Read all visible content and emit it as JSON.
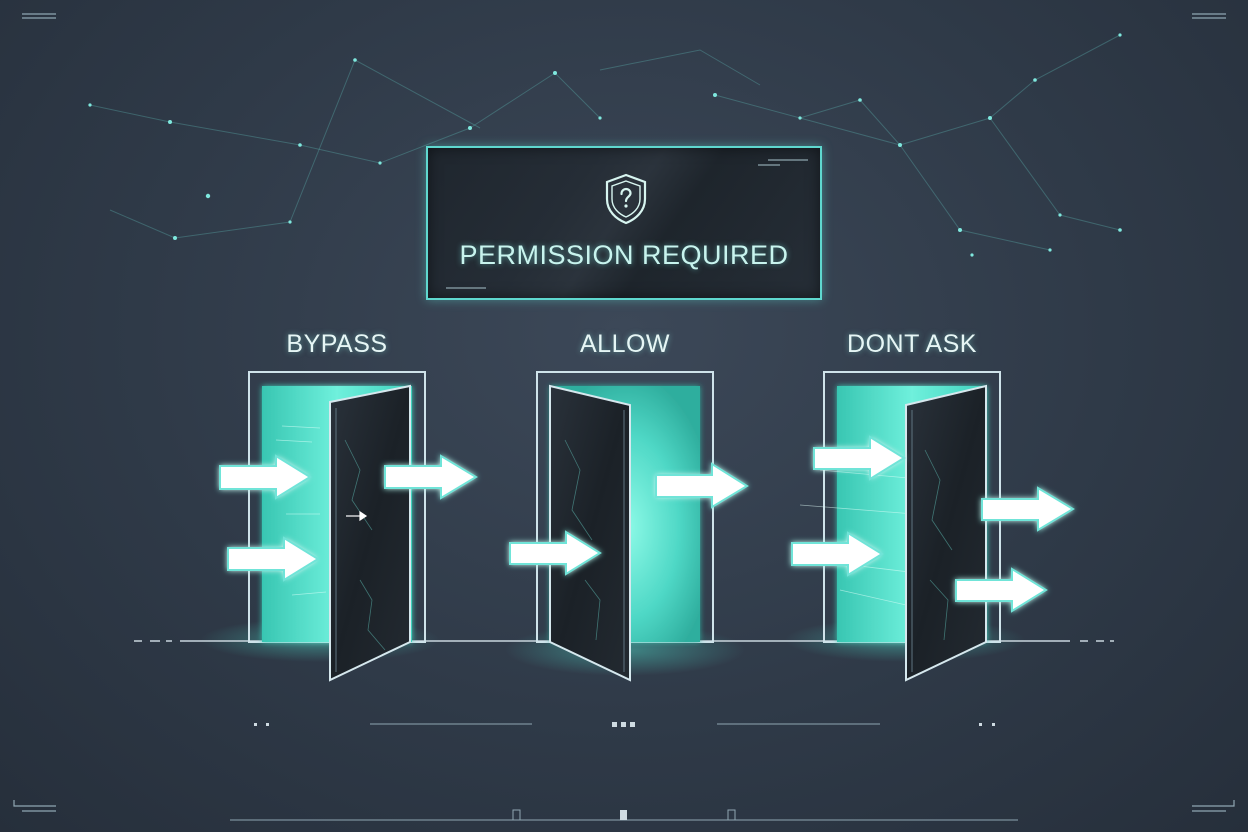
{
  "banner": {
    "icon": "shield-question-icon",
    "title": "PERMISSION REQUIRED"
  },
  "doors": [
    {
      "label": "BYPASS"
    },
    {
      "label": "ALLOW"
    },
    {
      "label": "DONT ASK"
    }
  ],
  "colors": {
    "accent": "#5fd8cf",
    "glow": "#4fe0cc",
    "background": "#2f3a48",
    "door_panel": "#1c2228"
  }
}
